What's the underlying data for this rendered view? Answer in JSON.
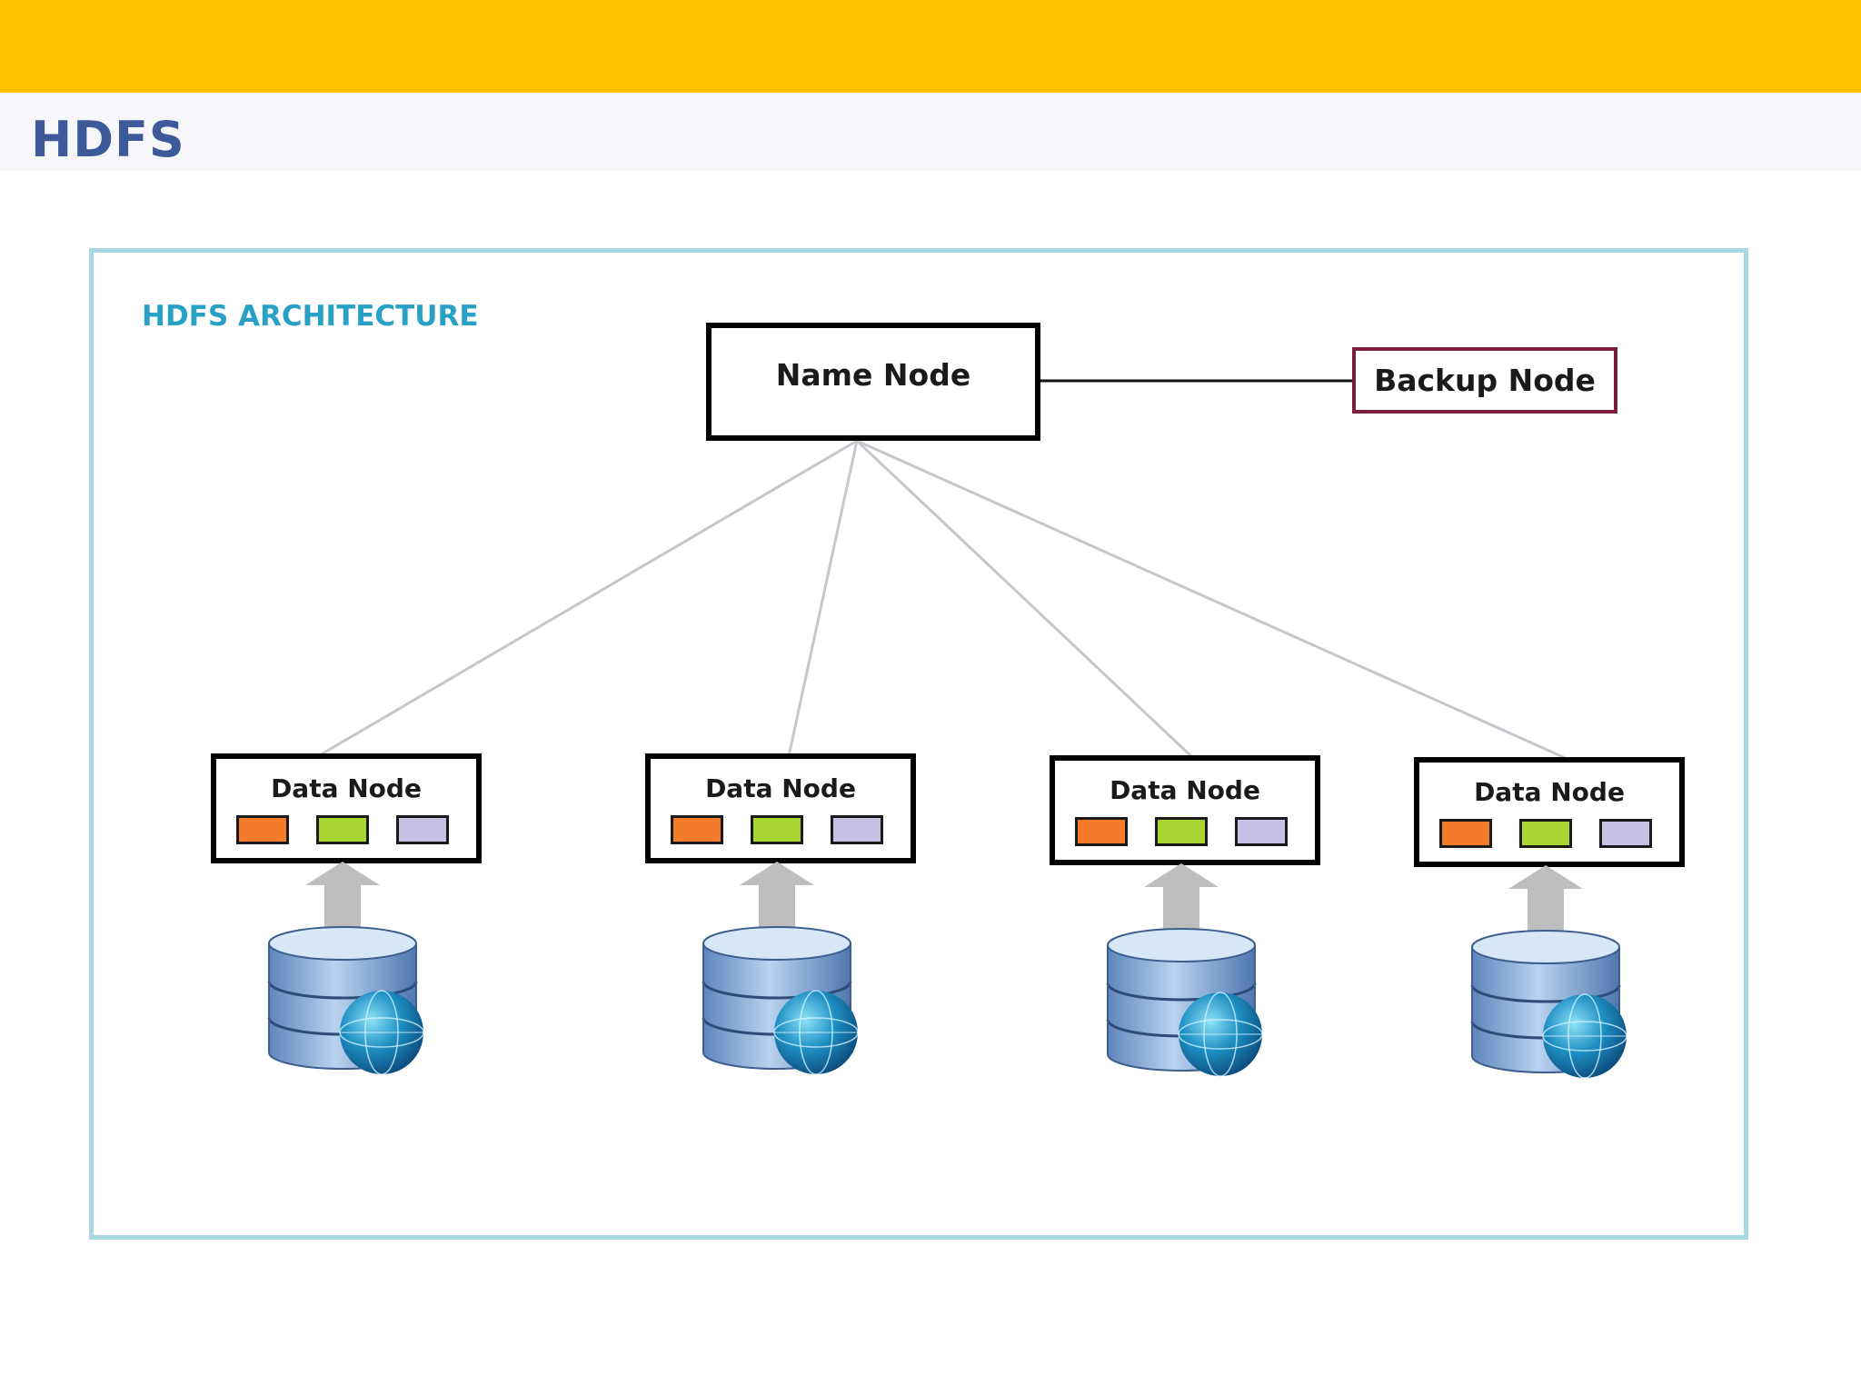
{
  "slide": {
    "title": "HDFS"
  },
  "diagram": {
    "heading": "HDFS ARCHITECTURE",
    "name_node": {
      "label": "Name Node"
    },
    "backup_node": {
      "label": "Backup Node"
    },
    "data_nodes": [
      {
        "label": "Data Node"
      },
      {
        "label": "Data Node"
      },
      {
        "label": "Data Node"
      },
      {
        "label": "Data Node"
      }
    ],
    "block_colors": [
      "#F47B2A",
      "#A8D530",
      "#C7C0E4"
    ],
    "colors": {
      "top_bar": "#FFC000",
      "title": "#3C5A9A",
      "heading": "#29A1C7",
      "frame": "#A8D8E2",
      "backup_border": "#7B1F3A",
      "connector": "#C8C6CC"
    }
  }
}
